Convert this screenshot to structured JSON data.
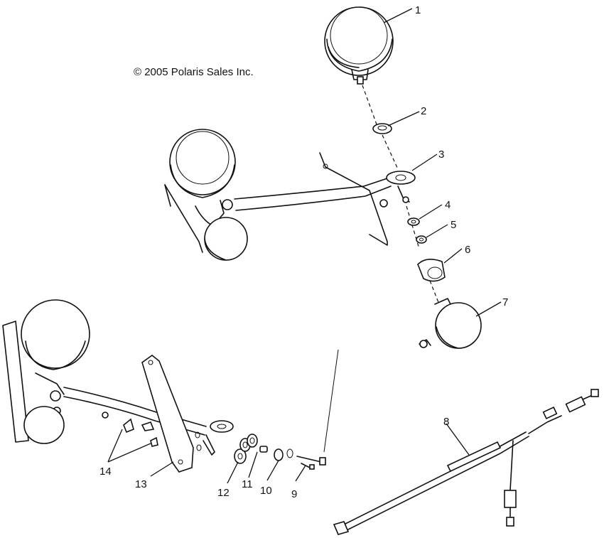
{
  "copyright": "© 2005 Polaris Sales Inc.",
  "callouts": [
    {
      "id": "1",
      "label": "1"
    },
    {
      "id": "2",
      "label": "2"
    },
    {
      "id": "3",
      "label": "3"
    },
    {
      "id": "4",
      "label": "4"
    },
    {
      "id": "5",
      "label": "5"
    },
    {
      "id": "6",
      "label": "6"
    },
    {
      "id": "7",
      "label": "7"
    },
    {
      "id": "8",
      "label": "8"
    },
    {
      "id": "9",
      "label": "9"
    },
    {
      "id": "10",
      "label": "10"
    },
    {
      "id": "11",
      "label": "11"
    },
    {
      "id": "12",
      "label": "12"
    },
    {
      "id": "13",
      "label": "13"
    },
    {
      "id": "14",
      "label": "14"
    }
  ]
}
